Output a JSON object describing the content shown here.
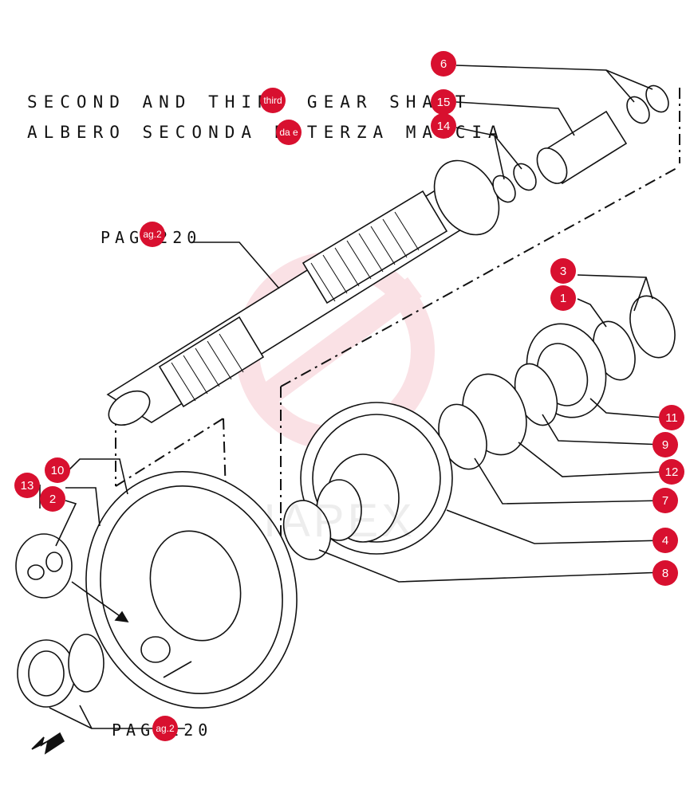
{
  "title": {
    "line1": "SECOND AND THIRD GEAR SHAFT",
    "line2": "ALBERO SECONDA E TERZA MARCIA"
  },
  "page_refs": {
    "upper": "PAG.220",
    "lower": "PAG.220"
  },
  "watermark": "IAPEX",
  "callouts": [
    {
      "id": "c6",
      "label": "6"
    },
    {
      "id": "c15",
      "label": "15"
    },
    {
      "id": "c14",
      "label": "14"
    },
    {
      "id": "c3",
      "label": "3"
    },
    {
      "id": "c1",
      "label": "1"
    },
    {
      "id": "c11",
      "label": "11"
    },
    {
      "id": "c9",
      "label": "9"
    },
    {
      "id": "c12",
      "label": "12"
    },
    {
      "id": "c7",
      "label": "7"
    },
    {
      "id": "c4",
      "label": "4"
    },
    {
      "id": "c8",
      "label": "8"
    },
    {
      "id": "c10",
      "label": "10"
    },
    {
      "id": "c13",
      "label": "13"
    },
    {
      "id": "c2",
      "label": "2"
    }
  ],
  "inline_markers": {
    "third": "third",
    "da_e": "da e",
    "ag2_upper": "ag.2",
    "ag2_lower": "ag.2"
  },
  "colors": {
    "marker": "#d8102f",
    "ink": "#111111"
  }
}
